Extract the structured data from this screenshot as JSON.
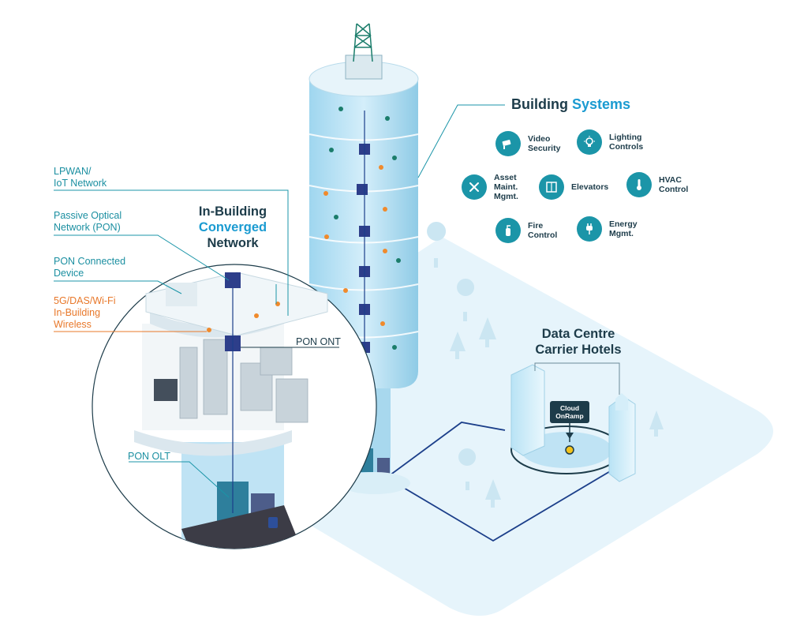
{
  "labels": {
    "lpwan": "LPWAN/\nIoT Network",
    "pon": "Passive Optical\nNetwork (PON)",
    "pon_device": "PON Connected\nDevice",
    "wireless": "5G/DAS/Wi-Fi\nIn-Building\nWireless",
    "pon_ont": "PON ONT",
    "pon_olt": "PON OLT"
  },
  "in_building": {
    "line1": "In-Building",
    "line2": "Converged",
    "line3": "Network"
  },
  "building_systems": {
    "title_part1": "Building",
    "title_part2": "Systems",
    "items": [
      {
        "label": "Video\nSecurity",
        "icon": "camera-icon"
      },
      {
        "label": "Lighting\nControls",
        "icon": "bulb-icon"
      },
      {
        "label": "Asset\nMaint.\nMgmt.",
        "icon": "tools-icon"
      },
      {
        "label": "Elevators",
        "icon": "elevator-icon"
      },
      {
        "label": "HVAC\nControl",
        "icon": "thermometer-icon"
      },
      {
        "label": "Fire\nControl",
        "icon": "extinguisher-icon"
      },
      {
        "label": "Energy\nMgmt.",
        "icon": "plug-icon"
      }
    ]
  },
  "data_centre": {
    "line1": "Data Centre",
    "line2": "Carrier Hotels",
    "cloud": "Cloud\nOnRamp"
  },
  "colors": {
    "teal": "#1b95a8",
    "dark": "#1d3c4a",
    "blue_accent": "#1b9bd1",
    "orange": "#e8782a",
    "ground": "#e6f4fb"
  }
}
